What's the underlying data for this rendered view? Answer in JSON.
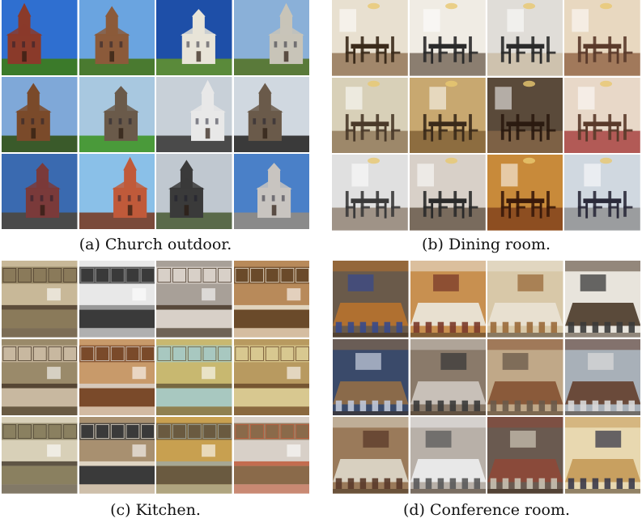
{
  "panels": [
    {
      "id": "a",
      "caption": "(a) Church outdoor.",
      "scene": "church"
    },
    {
      "id": "b",
      "caption": "(b) Dining room.",
      "scene": "dining"
    },
    {
      "id": "c",
      "caption": "(c) Kitchen.",
      "scene": "kitchen"
    },
    {
      "id": "d",
      "caption": "(d) Conference room.",
      "scene": "conference"
    }
  ]
}
